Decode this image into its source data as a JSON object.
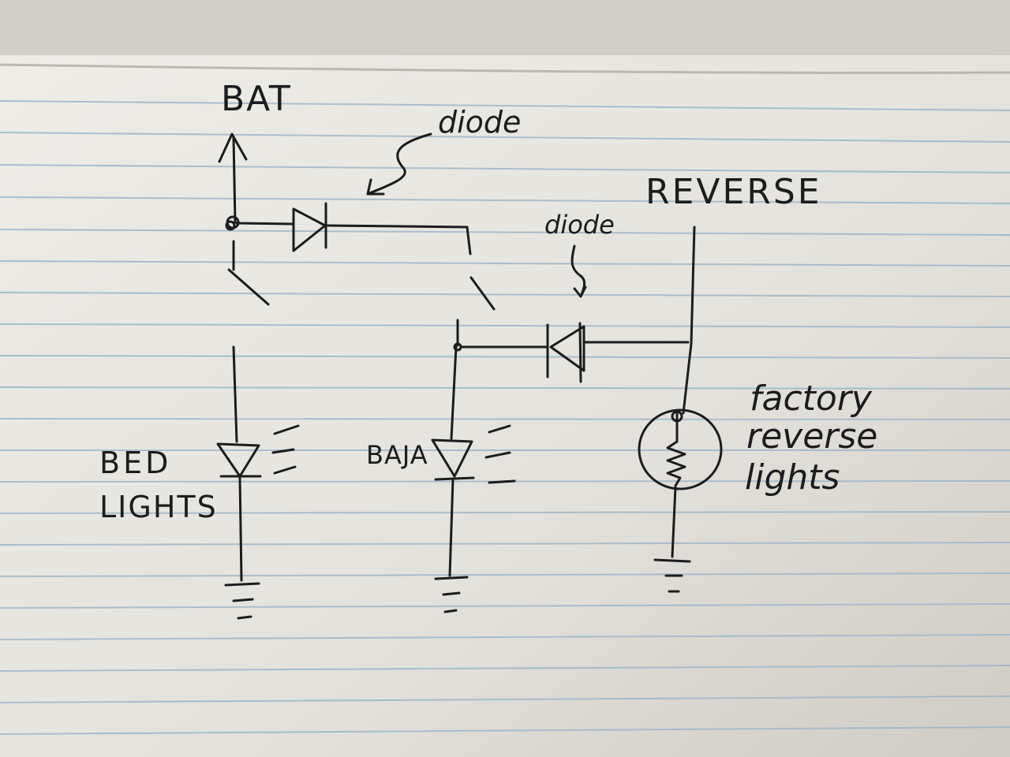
{
  "labels": {
    "bat": "BAT",
    "diode_top": "diode",
    "reverse": "REVERSE",
    "diode_mid": "diode",
    "bed_line1": "BED",
    "bed_line2": "LIGHTS",
    "baja": "BAJA",
    "factory_line1": "factory",
    "factory_line2": "reverse",
    "factory_line3": "lights"
  },
  "colors": {
    "paper": "#e6e4df",
    "rule_line": "#9fb7c9",
    "ink": "#1c1c1e"
  }
}
